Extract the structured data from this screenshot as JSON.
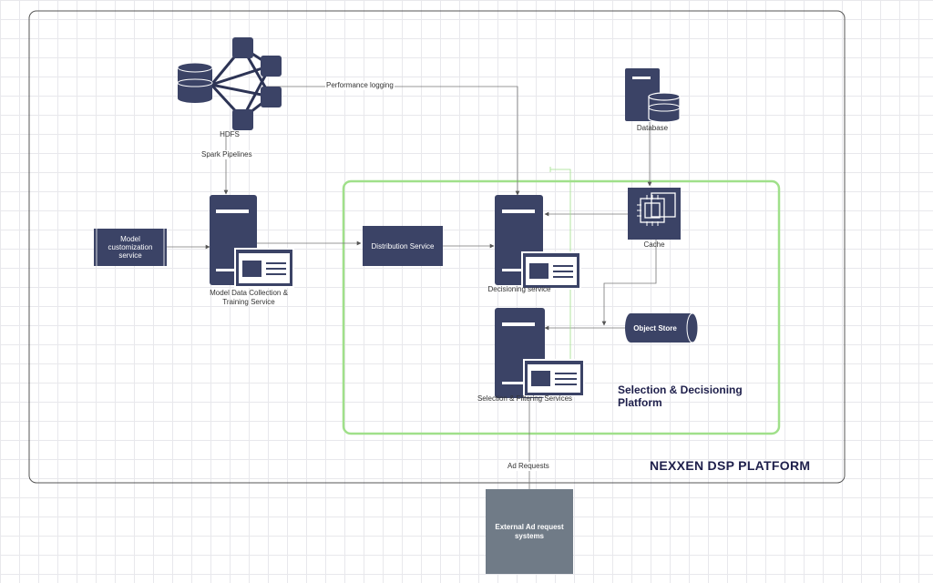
{
  "colors": {
    "node": "#3b4366",
    "connector": "#6b6b6b",
    "platform_border": "#a0e08a",
    "title": "#1e1f4b",
    "external_box": "#707b87"
  },
  "containers": {
    "outer_title": "NEXXEN DSP PLATFORM",
    "inner_title": "Selection & Decisioning Platform"
  },
  "nodes": {
    "hdfs": {
      "label": "HDFS",
      "icon": "hdfs-cluster-icon"
    },
    "database": {
      "label": "Database",
      "icon": "database-icon"
    },
    "model_customization": {
      "label": "Model customization service"
    },
    "model_training": {
      "label": "Model Data Collection & Training Service",
      "icon": "server-icon"
    },
    "distribution": {
      "label": "Distribution Service"
    },
    "decisioning": {
      "label": "Decisioning service",
      "icon": "server-icon"
    },
    "cache": {
      "label": "Cache",
      "icon": "chip-icon"
    },
    "object_store": {
      "label": "Object Store",
      "icon": "cylinder-icon"
    },
    "selection_filtering": {
      "label": "Selection & Filtering Services",
      "icon": "server-icon"
    },
    "external": {
      "label": "External Ad request systems"
    }
  },
  "edges": {
    "performance_logging": "Performance logging",
    "spark_pipelines": "Spark Pipelines",
    "ad_requests": "Ad Requests"
  }
}
